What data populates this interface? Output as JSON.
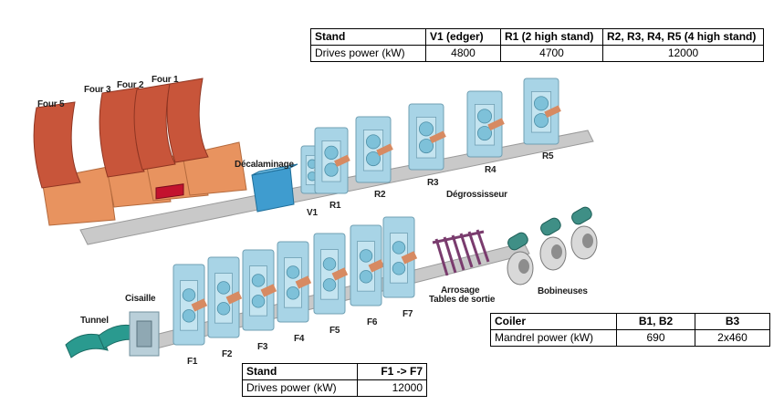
{
  "tables": {
    "roughing": {
      "header": [
        "Stand",
        "V1 (edger)",
        "R1 (2 high stand)",
        "R2, R3, R4, R5 (4 high stand)"
      ],
      "row": [
        "Drives power (kW)",
        "4800",
        "4700",
        "12000"
      ]
    },
    "coiler": {
      "header": [
        "Coiler",
        "B1, B2",
        "B3"
      ],
      "row": [
        "Mandrel power (kW)",
        "690",
        "2x460"
      ]
    },
    "finishing": {
      "header": [
        "Stand",
        "F1 -> F7"
      ],
      "row": [
        "Drives power (kW)",
        "12000"
      ]
    }
  },
  "labels": {
    "four5": "Four 5",
    "four3": "Four 3",
    "four2": "Four 2",
    "four1": "Four 1",
    "descaling": "Décalaminage",
    "v1": "V1",
    "r1": "R1",
    "r2": "R2",
    "r3": "R3",
    "r4": "R4",
    "r5": "R5",
    "roughing": "Dégrossisseur",
    "tunnel": "Tunnel",
    "shear": "Cisaille",
    "f1": "F1",
    "f2": "F2",
    "f3": "F3",
    "f4": "F4",
    "f5": "F5",
    "f6": "F6",
    "f7": "F7",
    "cooling_line1": "Arrosage",
    "cooling_line2": "Tables de sortie",
    "coilers": "Bobineuses"
  },
  "colors": {
    "furnace": "#c8553a",
    "furnace_base": "#e8935f",
    "stand": "#a8d4e6",
    "roller": "#d78a62",
    "conveyor": "#c9c9c9",
    "descaler": "#3f9ccf",
    "tunnel": "#2a9a8f",
    "cooling": "#7a3c6e"
  }
}
